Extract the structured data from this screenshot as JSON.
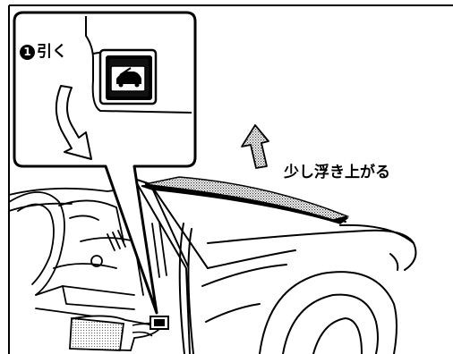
{
  "callout": {
    "step_number": "1",
    "action_label": "引く"
  },
  "hood": {
    "result_label": "少し浮き上がる"
  },
  "colors": {
    "line": "#000000",
    "stipple": "#9a9a9a",
    "background": "#ffffff"
  },
  "icons": {
    "release_lever": "car-hood-icon",
    "pull_arrow": "curved-arrow-icon",
    "lift_arrow": "up-arrow-icon"
  }
}
